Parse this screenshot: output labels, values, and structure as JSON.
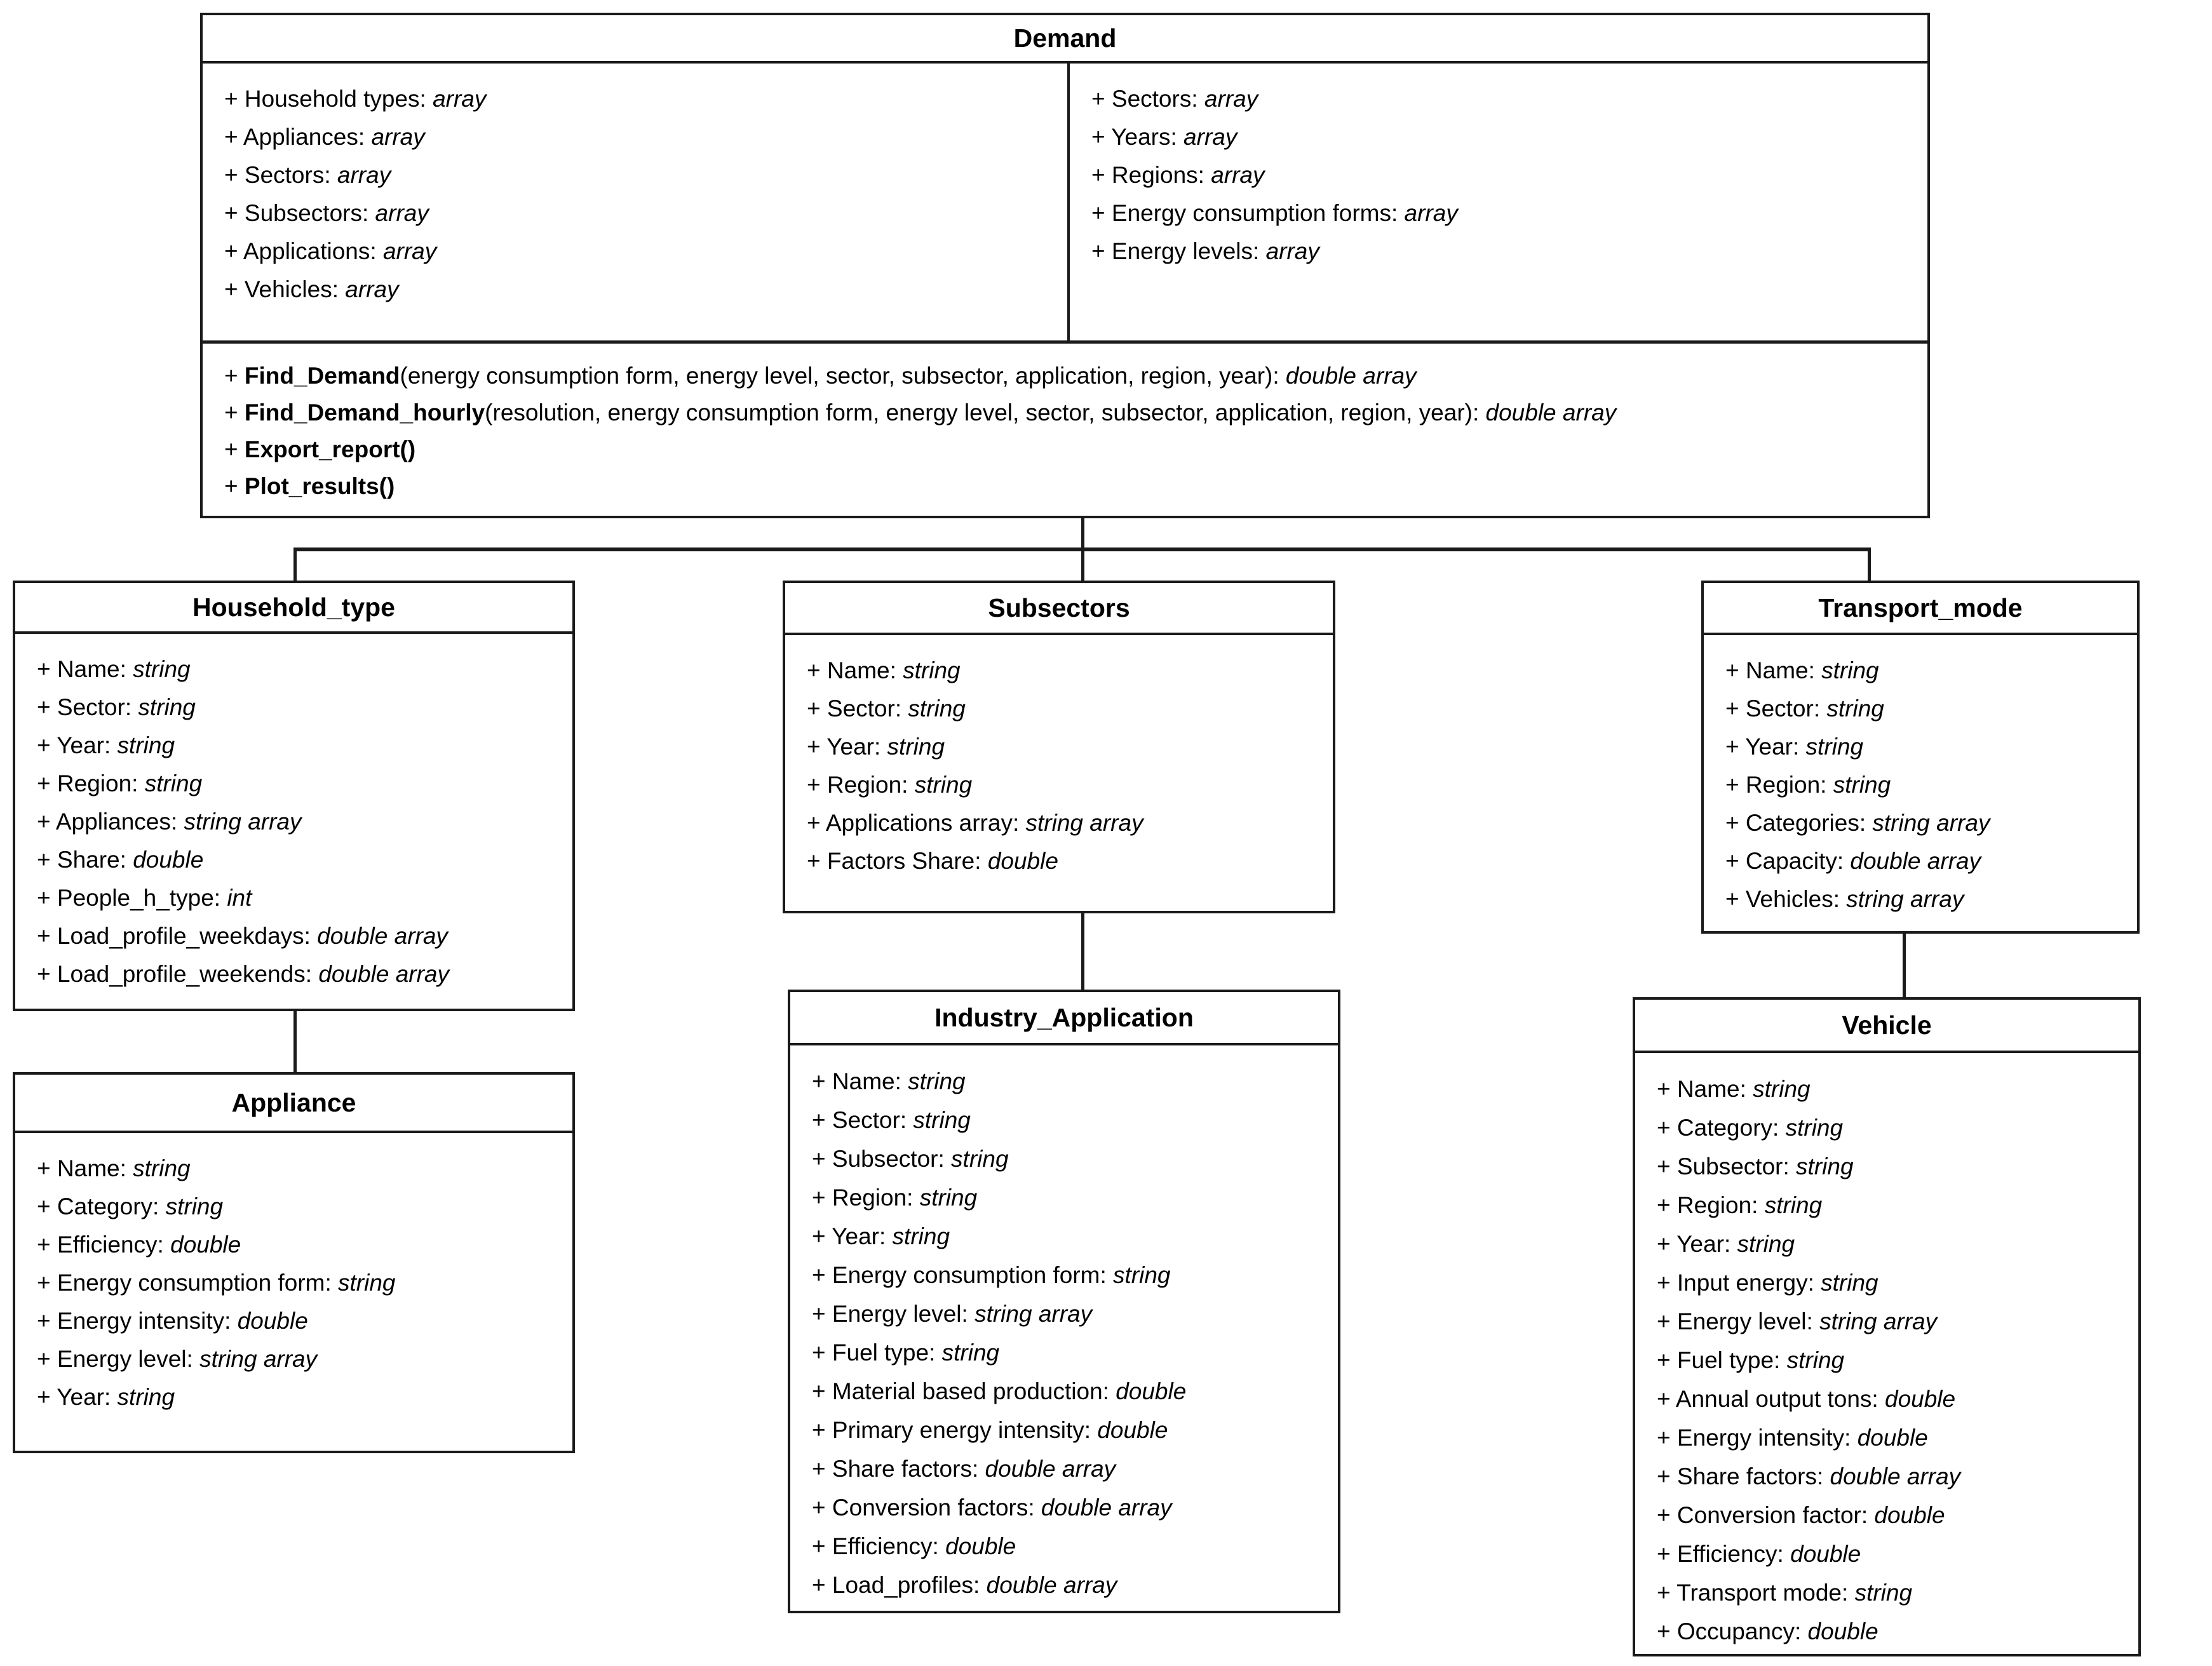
{
  "diagram": {
    "kind": "uml-class-diagram",
    "colors": {
      "line": "#1a1a1a",
      "text": "#000000",
      "background": "#ffffff"
    }
  },
  "classes": {
    "demand": {
      "name": "Demand",
      "attributes_left": [
        {
          "visibility": "+",
          "name": "Household types",
          "type": "array"
        },
        {
          "visibility": "+",
          "name": "Appliances",
          "type": "array"
        },
        {
          "visibility": "+",
          "name": "Sectors",
          "type": "array"
        },
        {
          "visibility": "+",
          "name": "Subsectors",
          "type": "array"
        },
        {
          "visibility": "+",
          "name": "Applications",
          "type": "array"
        },
        {
          "visibility": "+",
          "name": "Vehicles",
          "type": "array"
        }
      ],
      "attributes_right": [
        {
          "visibility": "+",
          "name": "Sectors",
          "type": "array"
        },
        {
          "visibility": "+",
          "name": "Years",
          "type": "array"
        },
        {
          "visibility": "+",
          "name": "Regions",
          "type": "array"
        },
        {
          "visibility": "+",
          "name": "Energy consumption forms",
          "type": "array"
        },
        {
          "visibility": "+",
          "name": "Energy levels",
          "type": "array"
        }
      ],
      "operations": [
        {
          "visibility": "+",
          "name": "Find_Demand",
          "params": "(energy consumption form, energy level, sector, subsector, application, region, year)",
          "separator": ": ",
          "returns": "double array"
        },
        {
          "visibility": "+",
          "name": "Find_Demand_hourly",
          "params": "(resolution, energy consumption form, energy level, sector, subsector, application, region, year)",
          "separator": ": ",
          "returns": "double array"
        },
        {
          "visibility": "+",
          "name": "Export_report()",
          "params": "",
          "separator": "",
          "returns": ""
        },
        {
          "visibility": "+",
          "name": "Plot_results()",
          "params": "",
          "separator": "",
          "returns": ""
        }
      ]
    },
    "household_type": {
      "name": "Household_type",
      "attributes": [
        {
          "visibility": "+",
          "name": "Name",
          "type": "string"
        },
        {
          "visibility": "+",
          "name": "Sector",
          "type": "string"
        },
        {
          "visibility": "+",
          "name": "Year",
          "type": "string"
        },
        {
          "visibility": "+",
          "name": "Region",
          "type": "string"
        },
        {
          "visibility": "+",
          "name": "Appliances",
          "type": "string array"
        },
        {
          "visibility": "+",
          "name": "Share",
          "type": "double"
        },
        {
          "visibility": "+",
          "name": "People_h_type",
          "type": "int"
        },
        {
          "visibility": "+",
          "name": "Load_profile_weekdays",
          "type": "double array"
        },
        {
          "visibility": "+",
          "name": "Load_profile_weekends",
          "type": "double array"
        }
      ]
    },
    "appliance": {
      "name": "Appliance",
      "attributes": [
        {
          "visibility": "+",
          "name": "Name",
          "type": "string"
        },
        {
          "visibility": "+",
          "name": "Category",
          "type": "string"
        },
        {
          "visibility": "+",
          "name": "Efficiency",
          "type": "double"
        },
        {
          "visibility": "+",
          "name": "Energy consumption form",
          "type": "string"
        },
        {
          "visibility": "+",
          "name": "Energy intensity",
          "type": "double"
        },
        {
          "visibility": "+",
          "name": "Energy level",
          "type": "string array"
        },
        {
          "visibility": "+",
          "name": "Year",
          "type": "string"
        }
      ]
    },
    "subsectors": {
      "name": "Subsectors",
      "attributes": [
        {
          "visibility": "+",
          "name": "Name",
          "type": "string"
        },
        {
          "visibility": "+",
          "name": "Sector",
          "type": "string"
        },
        {
          "visibility": "+",
          "name": "Year",
          "type": "string"
        },
        {
          "visibility": "+",
          "name": "Region",
          "type": "string"
        },
        {
          "visibility": "+",
          "name": "Applications array",
          "type": "string array"
        },
        {
          "visibility": "+",
          "name": "Factors Share",
          "type": "double"
        }
      ]
    },
    "industry_application": {
      "name": "Industry_Application",
      "attributes": [
        {
          "visibility": "+",
          "name": "Name",
          "type": "string"
        },
        {
          "visibility": "+",
          "name": "Sector",
          "type": "string"
        },
        {
          "visibility": "+",
          "name": "Subsector",
          "type": "string"
        },
        {
          "visibility": "+",
          "name": "Region",
          "type": "string"
        },
        {
          "visibility": "+",
          "name": "Year",
          "type": "string"
        },
        {
          "visibility": "+",
          "name": "Energy consumption form",
          "type": "string"
        },
        {
          "visibility": "+",
          "name": "Energy level",
          "type": "string array"
        },
        {
          "visibility": "+",
          "name": "Fuel type",
          "type": "string"
        },
        {
          "visibility": "+",
          "name": "Material based production",
          "type": "double"
        },
        {
          "visibility": "+",
          "name": "Primary energy intensity",
          "type": "double"
        },
        {
          "visibility": "+",
          "name": "Share factors",
          "type": "double array"
        },
        {
          "visibility": "+",
          "name": "Conversion factors",
          "type": "double array"
        },
        {
          "visibility": "+",
          "name": "Efficiency",
          "type": "double"
        },
        {
          "visibility": "+",
          "name": "Load_profiles",
          "type": "double array"
        }
      ]
    },
    "transport_mode": {
      "name": "Transport_mode",
      "attributes": [
        {
          "visibility": "+",
          "name": "Name",
          "type": "string"
        },
        {
          "visibility": "+",
          "name": "Sector",
          "type": "string"
        },
        {
          "visibility": "+",
          "name": "Year",
          "type": "string"
        },
        {
          "visibility": "+",
          "name": "Region",
          "type": "string"
        },
        {
          "visibility": "+",
          "name": "Categories",
          "type": "string array"
        },
        {
          "visibility": "+",
          "name": "Capacity",
          "type": "double array"
        },
        {
          "visibility": "+",
          "name": "Vehicles",
          "type": "string array"
        }
      ]
    },
    "vehicle": {
      "name": "Vehicle",
      "attributes": [
        {
          "visibility": "+",
          "name": "Name",
          "type": "string"
        },
        {
          "visibility": "+",
          "name": "Category",
          "type": "string"
        },
        {
          "visibility": "+",
          "name": "Subsector",
          "type": "string"
        },
        {
          "visibility": "+",
          "name": "Region",
          "type": "string"
        },
        {
          "visibility": "+",
          "name": "Year",
          "type": "string"
        },
        {
          "visibility": "+",
          "name": "Input energy",
          "type": "string"
        },
        {
          "visibility": "+",
          "name": "Energy level",
          "type": "string array"
        },
        {
          "visibility": "+",
          "name": "Fuel type",
          "type": "string"
        },
        {
          "visibility": "+",
          "name": "Annual output tons",
          "type": "double"
        },
        {
          "visibility": "+",
          "name": "Energy intensity",
          "type": "double"
        },
        {
          "visibility": "+",
          "name": "Share factors",
          "type": "double array"
        },
        {
          "visibility": "+",
          "name": "Conversion factor",
          "type": "double"
        },
        {
          "visibility": "+",
          "name": "Efficiency",
          "type": "double"
        },
        {
          "visibility": "+",
          "name": "Transport mode",
          "type": "string"
        },
        {
          "visibility": "+",
          "name": "Occupancy",
          "type": "double"
        }
      ]
    }
  },
  "relations": [
    {
      "from": "Household_type",
      "to": "Demand",
      "kind": "generalization"
    },
    {
      "from": "Subsectors",
      "to": "Demand",
      "kind": "generalization"
    },
    {
      "from": "Transport_mode",
      "to": "Demand",
      "kind": "generalization"
    },
    {
      "from": "Appliance",
      "to": "Household_type",
      "kind": "generalization"
    },
    {
      "from": "Industry_Application",
      "to": "Subsectors",
      "kind": "generalization"
    },
    {
      "from": "Vehicle",
      "to": "Transport_mode",
      "kind": "generalization"
    }
  ]
}
